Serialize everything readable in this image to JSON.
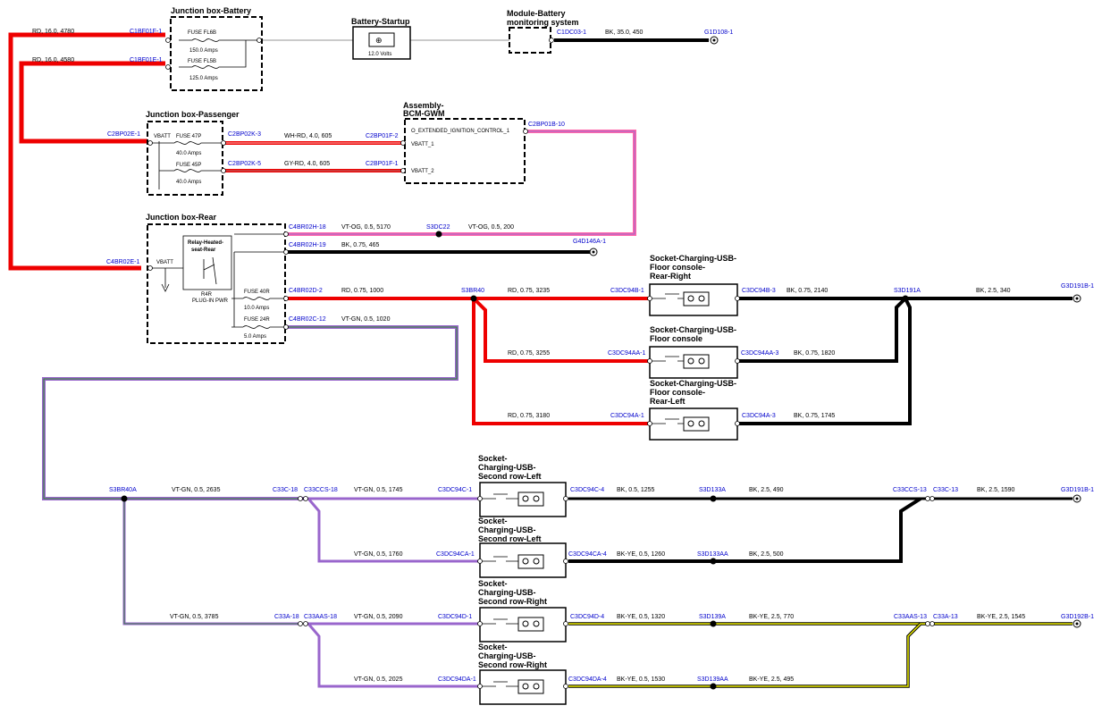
{
  "colors": {
    "red": "#ee0000",
    "black": "#000000",
    "grey": "#aaaaaa",
    "violet": "#9966cc",
    "green": "#2a8a2a",
    "yellow": "#eeee00",
    "pin_label": "#0000cc",
    "pink_wire": "#ff66aa"
  },
  "components": {
    "jb_battery": {
      "title": "Junction box-Battery",
      "fuse1": "FUSE FL6B",
      "fuse1_amp": "150.0 Amps",
      "fuse2": "FUSE FL5B",
      "fuse2_amp": "125.0 Amps"
    },
    "battery": {
      "title": "Battery-Startup",
      "volts": "12.0 Volts"
    },
    "bms": {
      "title1": "Module-Battery",
      "title2": "monitoring system"
    },
    "jb_passenger": {
      "title": "Junction box-Passenger",
      "vbatt": "VBATT",
      "fuse1": "FUSE 47P",
      "fuse1_amp": "40.0 Amps",
      "fuse2": "FUSE 45P",
      "fuse2_amp": "40.0 Amps"
    },
    "bcm": {
      "title1": "Assembly-",
      "title2": "BCM-GWM",
      "pin1": "O_EXTENDED_IGNITION_CONTROL_1",
      "pin2": "VBATT_1",
      "pin3": "VBATT_2"
    },
    "jb_rear": {
      "title": "Junction box-Rear",
      "vbatt": "VBATT",
      "relay1": "Relay-Heated-",
      "relay2": "seat-Rear",
      "rly1": "R4R",
      "rly2": "PLUG-IN PWR",
      "fuse1": "FUSE 40R",
      "fuse1_amp": "10.0 Amps",
      "fuse2": "FUSE 24R",
      "fuse2_amp": "5.0 Amps"
    },
    "sock_rr": {
      "t1": "Socket-Charging-USB-",
      "t2": "Floor console-",
      "t3": "Rear-Right"
    },
    "sock_fc": {
      "t1": "Socket-Charging-USB-",
      "t2": "Floor console"
    },
    "sock_rl": {
      "t1": "Socket-Charging-USB-",
      "t2": "Floor console-",
      "t3": "Rear-Left"
    },
    "sock_2l_a": {
      "t1": "Socket-",
      "t2": "Charging-USB-",
      "t3": "Second row-Left"
    },
    "sock_2l_b": {
      "t1": "Socket-",
      "t2": "Charging-USB-",
      "t3": "Second row-Left"
    },
    "sock_2r_a": {
      "t1": "Socket-",
      "t2": "Charging-USB-",
      "t3": "Second row-Right"
    },
    "sock_2r_b": {
      "t1": "Socket-",
      "t2": "Charging-USB-",
      "t3": "Second row-Right"
    }
  },
  "pins": {
    "c1bf01f": "C1BF01F-1",
    "c1bf01e": "C1BF01E-1",
    "c1dc03": "C1DC03-1",
    "g1d108": "G1D108-1",
    "c2bp02e": "C2BP02E-1",
    "c2bp02k3": "C2BP02K-3",
    "c2bp02k5": "C2BP02K-5",
    "c2bp01f2": "C2BP01F-2",
    "c2bp01f1": "C2BP01F-1",
    "c2bp01b10": "C2BP01B-10",
    "c4br02h18": "C4BR02H-18",
    "c4br02h19": "C4BR02H-19",
    "c4br02e": "C4BR02E-1",
    "c4br02d2": "C4BR02D-2",
    "c4br02c12": "C4BR02C-12",
    "s3dc22": "S3DC22",
    "g4d146a": "G4D146A-1",
    "s3br40": "S3BR40",
    "c3dc94b1": "C3DC94B-1",
    "c3dc94b3": "C3DC94B-3",
    "s3d191a": "S3D191A",
    "g3d191b_top": "G3D191B-1",
    "c3dc94aa1": "C3DC94AA-1",
    "c3dc94aa3": "C3DC94AA-3",
    "c3dc94a1": "C3DC94A-1",
    "c3dc94a3": "C3DC94A-3",
    "s3br40a": "S3BR40A",
    "c33c18": "C33C-18",
    "c33ccs18": "C33CCS-18",
    "c3dc94c1": "C3DC94C-1",
    "c3dc94c4": "C3DC94C-4",
    "s3d133a": "S3D133A",
    "c33ccs13": "C33CCS-13",
    "c33c13": "C33C-13",
    "g3d191b_mid": "G3D191B-1",
    "c3dc94ca1": "C3DC94CA-1",
    "c3dc94ca4": "C3DC94CA-4",
    "s3d133aa": "S3D133AA",
    "c33a18": "C33A-18",
    "c33aas18": "C33AAS-18",
    "c3dc94d1": "C3DC94D-1",
    "c3dc94d4": "C3DC94D-4",
    "s3d139a": "S3D139A",
    "c33aas13": "C33AAS-13",
    "c33a13": "C33A-13",
    "g3d192b": "G3D192B-1",
    "c3dc94da1": "C3DC94DA-1",
    "c3dc94da4": "C3DC94DA-4",
    "s3d139aa": "S3D139AA"
  },
  "wires": {
    "w_rd4780": "RD,  16.0,  4780",
    "w_rd4580": "RD,  16.0,  4580",
    "w_bk450": "BK,  35.0,  450",
    "w_whrd605": "WH-RD,  4.0,  605",
    "w_gyrd605": "GY-RD,  4.0,  605",
    "w_vtog5170": "VT-OG,  0.5,  5170",
    "w_vtog200": "VT-OG,  0.5,  200",
    "w_bk465": "BK,  0.75,  465",
    "w_rd1000": "RD,  0.75,  1000",
    "w_vtgn1020": "VT-GN,  0.5,  1020",
    "w_rd3235": "RD,  0.75,  3235",
    "w_bk2140": "BK,  0.75,  2140",
    "w_bk340": "BK,  2.5,  340",
    "w_rd3255": "RD,  0.75,  3255",
    "w_bk1820": "BK,  0.75,  1820",
    "w_rd3180": "RD,  0.75,  3180",
    "w_bk1745": "BK,  0.75,  1745",
    "w_vtgn2635": "VT-GN,  0.5,  2635",
    "w_vtgn1745": "VT-GN,  0.5,  1745",
    "w_bk1255": "BK,  0.5,  1255",
    "w_bk490": "BK,  2.5,  490",
    "w_bk1590": "BK,  2.5,  1590",
    "w_vtgn1760": "VT-GN,  0.5,  1760",
    "w_bkye1260": "BK-YE,  0.5,  1260",
    "w_bk500": "BK,  2.5,  500",
    "w_vtgn3785": "VT-GN,  0.5,  3785",
    "w_vtgn2090": "VT-GN,  0.5,  2090",
    "w_bkye1320": "BK-YE,  0.5,  1320",
    "w_bkye770": "BK-YE,  2.5,  770",
    "w_bkye1545": "BK-YE,  2.5,  1545",
    "w_vtgn2025": "VT-GN,  0.5,  2025",
    "w_bkye1530": "BK-YE,  0.5,  1530",
    "w_bkye495": "BK-YE,  2.5,  495"
  }
}
